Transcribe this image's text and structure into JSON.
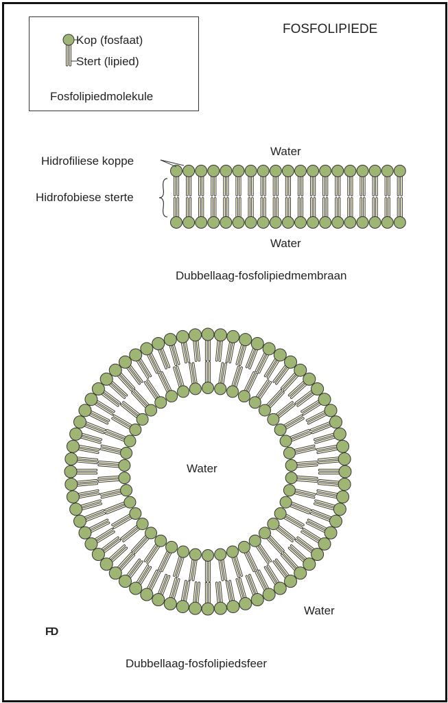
{
  "title": "FOSFOLIPIEDE",
  "legend": {
    "head_label": "Kop (fosfaat)",
    "tail_label": "Stert (lipied)",
    "caption": "Fosfolipiedmolekule"
  },
  "bilayer": {
    "water_top": "Water",
    "water_bottom": "Water",
    "heads_label": "Hidrofiliese koppe",
    "tails_label": "Hidrofobiese sterte",
    "caption": "Dubbellaag-fosfolipiedmembraan"
  },
  "sphere": {
    "water_inside": "Water",
    "water_outside": "Water",
    "caption": "Dubbellaag-fosfolipiedsfeer"
  },
  "initials": "FD",
  "colors": {
    "head": "#9fb574",
    "tail": "#e9e6c4",
    "outline": "#333333"
  }
}
